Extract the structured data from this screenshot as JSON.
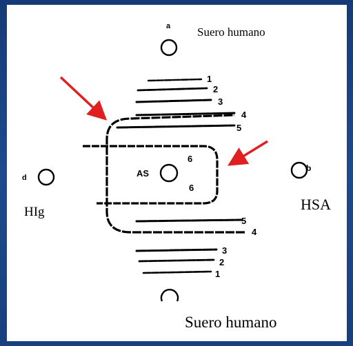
{
  "labels": {
    "top_serum": "Suero humano",
    "hig": "HIg",
    "hsa": "HSA",
    "bottom_serum": "Suero humano"
  },
  "scan_text": {
    "well_a": "a",
    "well_b": "b",
    "well_d": "d",
    "center": "AS",
    "line_numbers_top": [
      "1",
      "2",
      "3",
      "4",
      "5"
    ],
    "line_numbers_bottom": [
      "5",
      "4",
      "3",
      "2",
      "1"
    ],
    "inner_numbers": [
      "6",
      "6"
    ]
  },
  "colors": {
    "background": "#1d4a8e",
    "panel": "#ffffff",
    "ink": "#000000",
    "arrow": "#e02020"
  }
}
